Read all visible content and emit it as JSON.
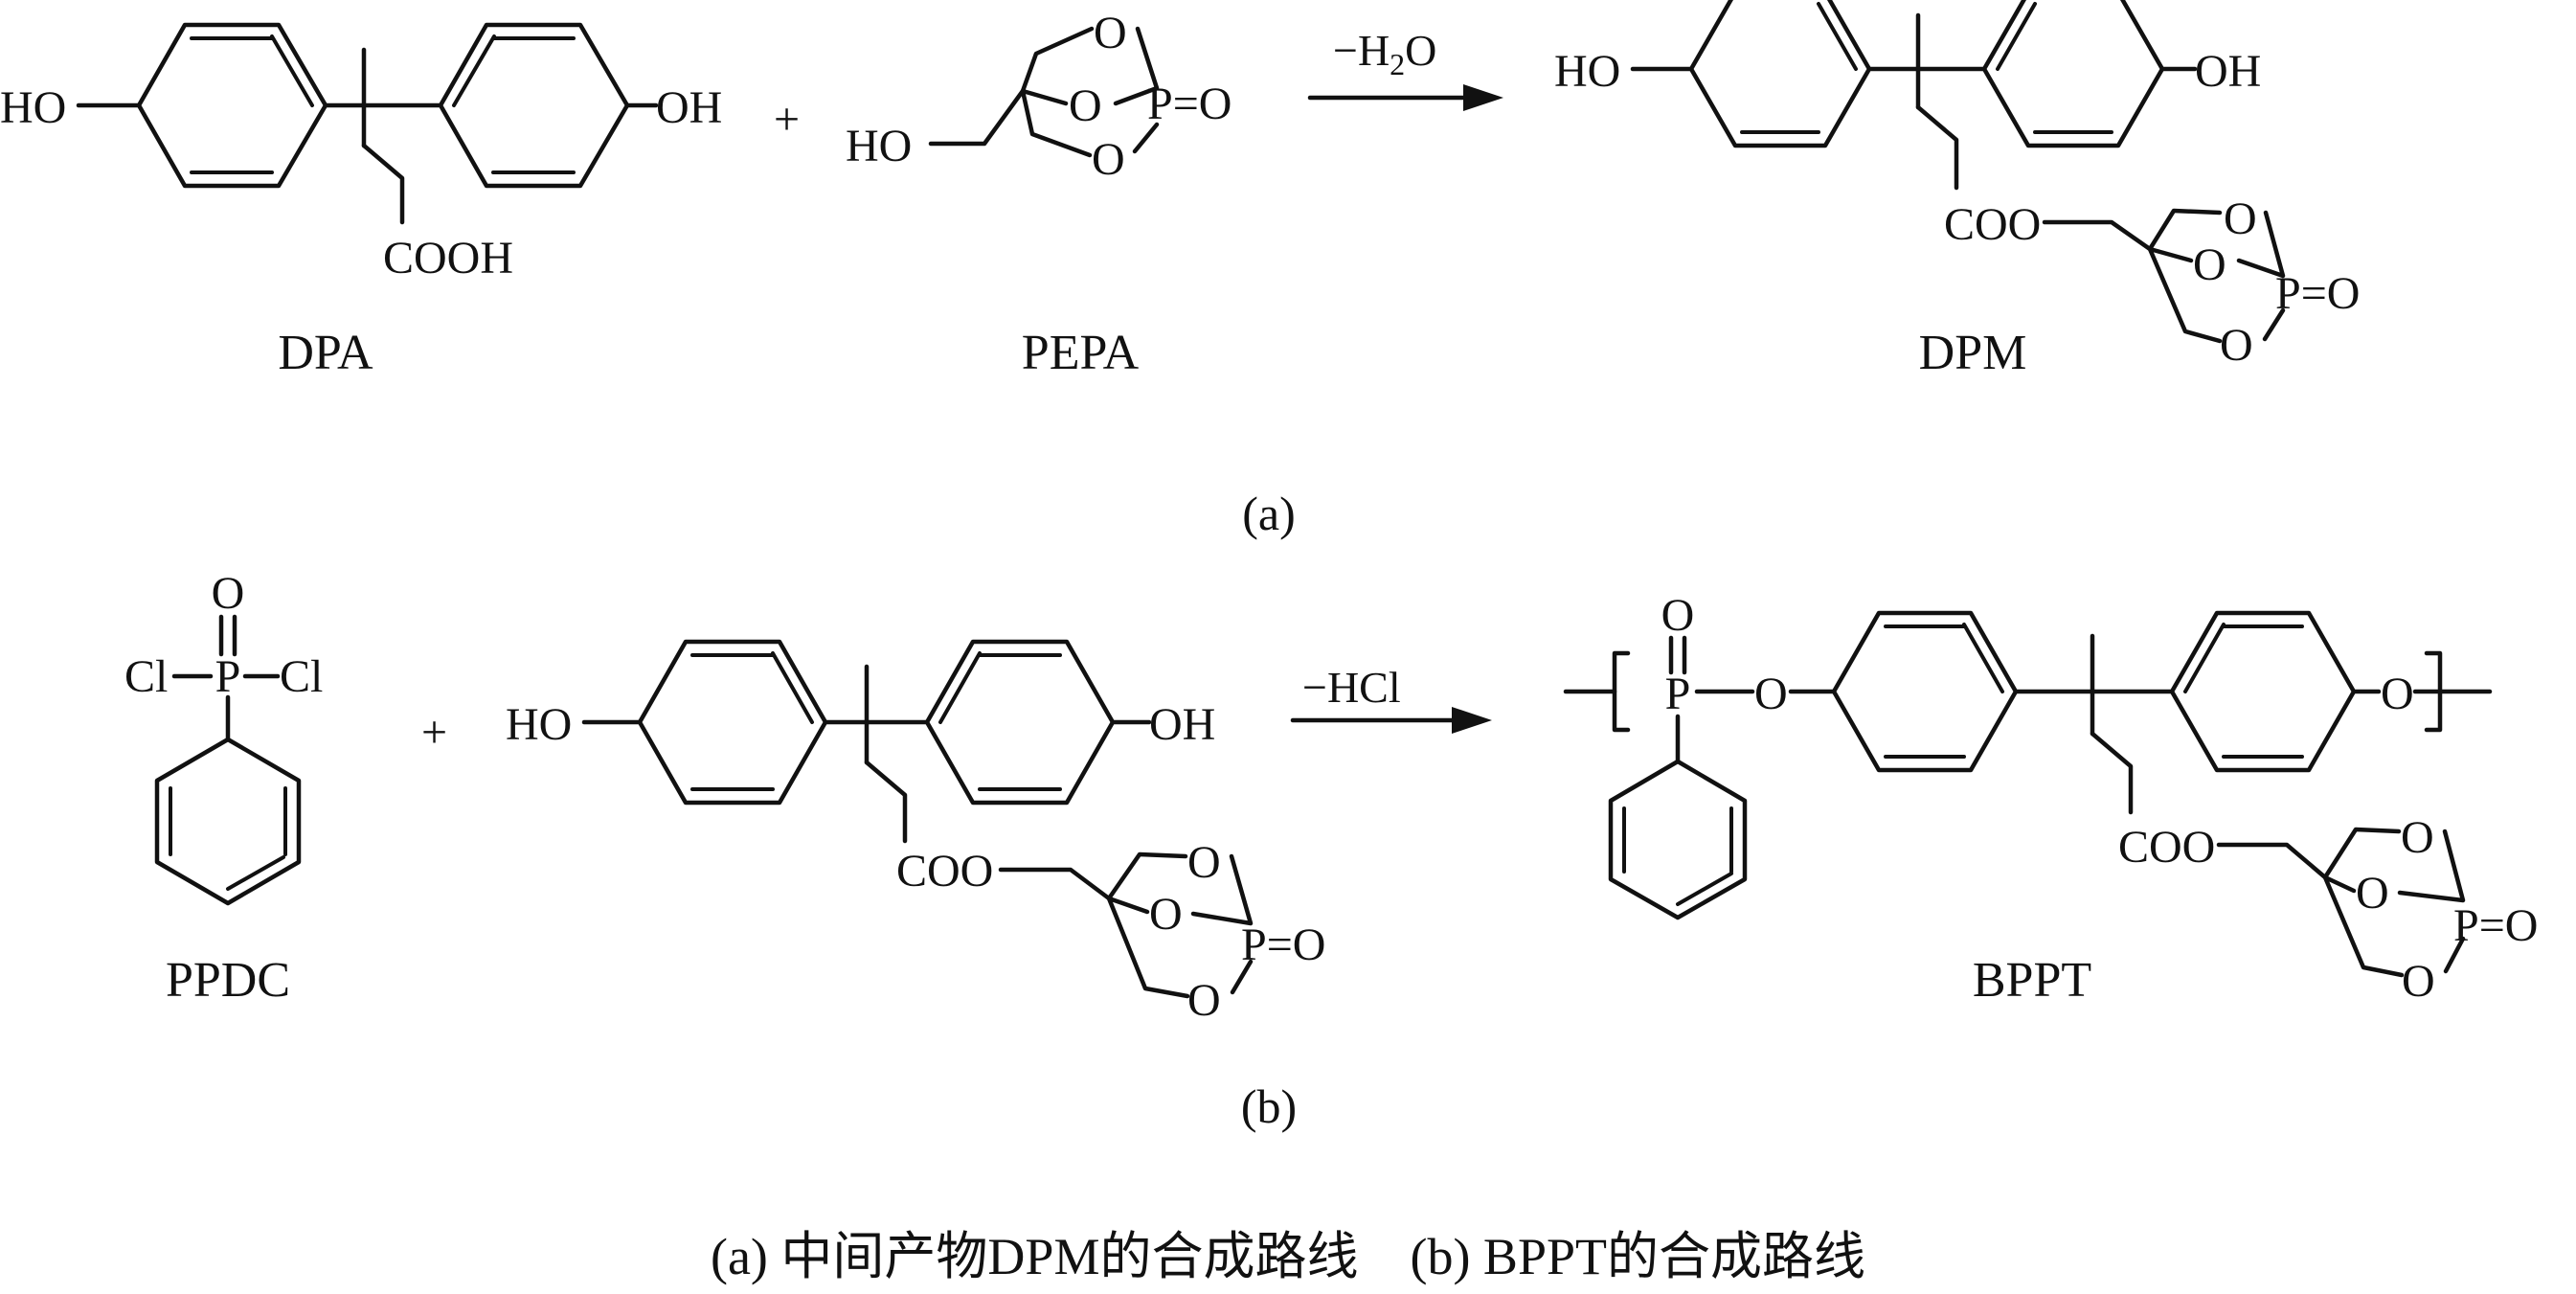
{
  "scheme_a": {
    "reactant_1": {
      "name": "DPA",
      "labels": {
        "ho": "HO",
        "oh": "OH",
        "acid": "COOH"
      }
    },
    "plus": "+",
    "reactant_2": {
      "name": "PEPA",
      "labels": {
        "ho": "HO",
        "o_top": "O",
        "o_mid": "O",
        "o_bot": "O",
        "p": "P=O"
      }
    },
    "arrow": {
      "text_pre": "−H",
      "sub": "2",
      "text_post": "O"
    },
    "product": {
      "name": "DPM",
      "labels": {
        "ho": "HO",
        "oh": "OH",
        "ester": "COO",
        "o_top": "O",
        "o_mid": "O",
        "o_bot": "O",
        "p": "P=O"
      }
    },
    "panel_label": "(a)"
  },
  "scheme_b": {
    "reactant_1": {
      "name": "PPDC",
      "labels": {
        "o": "O",
        "cl_left": "Cl",
        "p": "P",
        "cl_right": "Cl"
      }
    },
    "plus": "+",
    "reactant_2": {
      "labels": {
        "ho": "HO",
        "oh": "OH",
        "ester": "COO",
        "o_top": "O",
        "o_mid": "O",
        "o_bot": "O",
        "p": "P=O"
      }
    },
    "arrow": {
      "text": "−HCl"
    },
    "product": {
      "name": "BPPT",
      "labels": {
        "o_dbl": "O",
        "p": "P",
        "o_link_1": "O",
        "o_link_2": "O",
        "ester": "COO",
        "o_top": "O",
        "o_mid": "O",
        "o_bot": "O",
        "p2": "P=O"
      }
    },
    "panel_label": "(b)"
  },
  "caption": "(a) 中间产物DPM的合成路线　(b) BPPT的合成路线"
}
